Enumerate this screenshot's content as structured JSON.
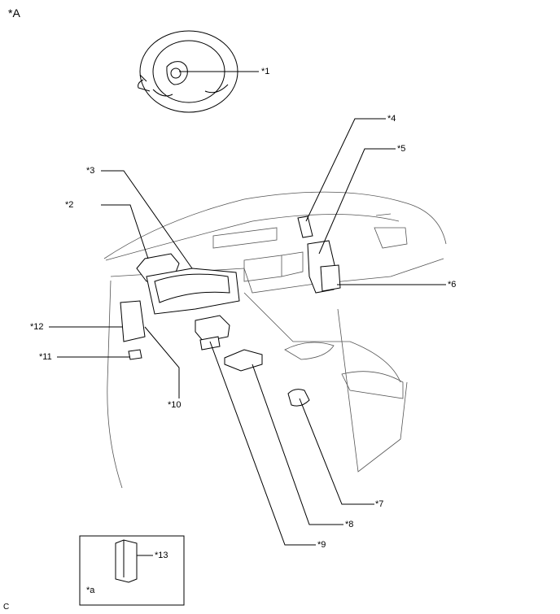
{
  "view_label": "*A",
  "callouts": [
    "*1",
    "*2",
    "*3",
    "*4",
    "*5",
    "*6",
    "*7",
    "*8",
    "*9",
    "*10",
    "*11",
    "*12",
    "*13"
  ],
  "inset_label": "*a",
  "footer_code": "C"
}
